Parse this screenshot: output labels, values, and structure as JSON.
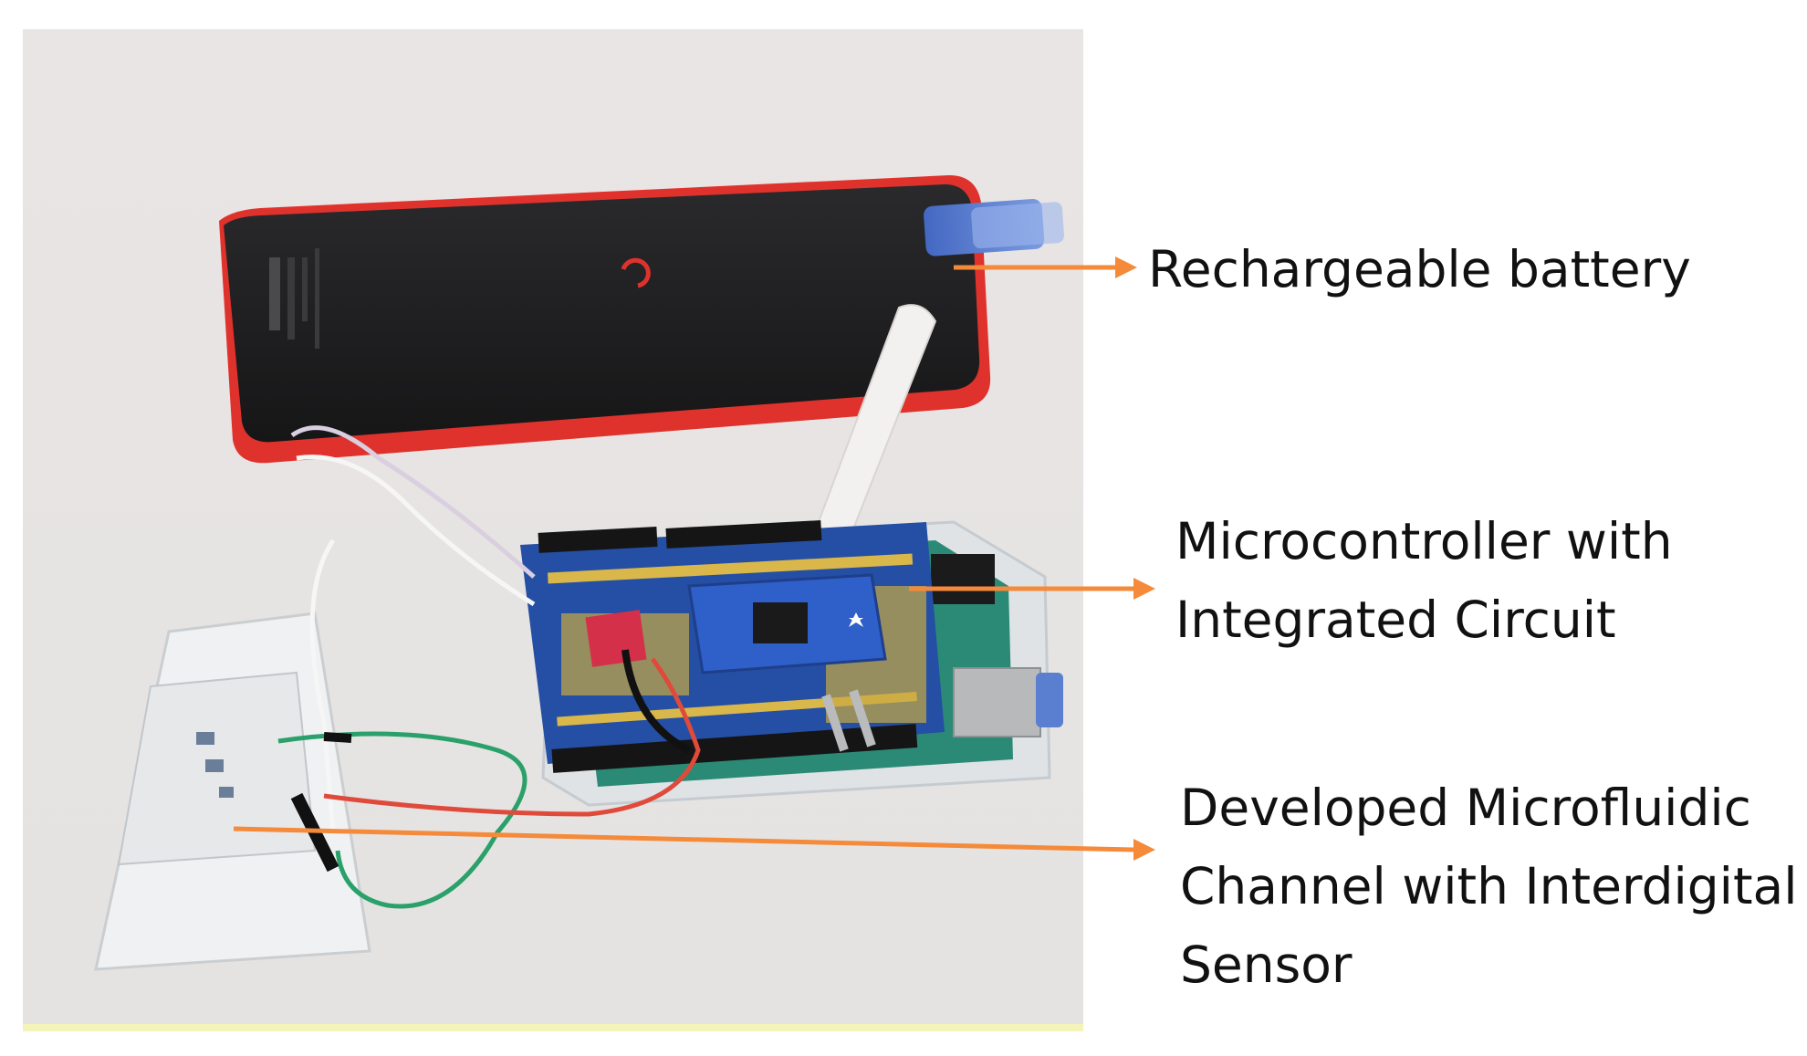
{
  "labels": {
    "battery": "Rechargeable battery",
    "microcontroller_line1": "Microcontroller with",
    "microcontroller_line2": "Integrated Circuit",
    "channel_line1": "Developed Microfluidic",
    "channel_line2": "Channel with Interdigital",
    "channel_line3": "Sensor"
  },
  "photo": {
    "description_items": [
      "power-bank",
      "usb-cable",
      "antenna",
      "arduino-microcontroller",
      "proto-shield",
      "sensor-breakout-board",
      "microfluidic-chip",
      "jumper-wires"
    ]
  },
  "colors": {
    "arrow": "#f58a3a",
    "battery_body": "#1c1c1e",
    "battery_trim": "#e8312c",
    "shield_blue": "#1f4fa8",
    "board_green": "#1f7f6a",
    "strip_yellow": "#f4f3b9"
  }
}
